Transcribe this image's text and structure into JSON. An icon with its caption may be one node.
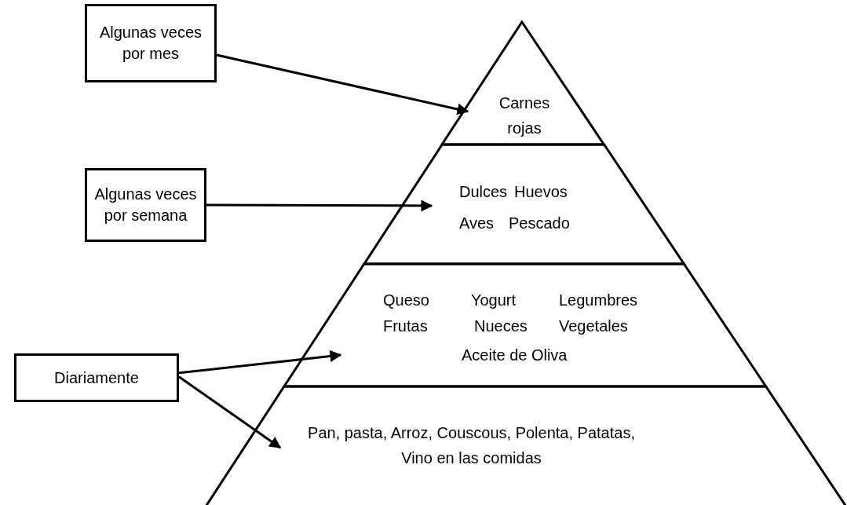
{
  "diagram": {
    "nodes": [
      {
        "text": [
          "Algunas veces por mes"
        ]
      },
      {
        "text": [
          "Algunas veces por semana"
        ]
      },
      {
        "text": [
          "Diariamente"
        ]
      },
      {
        "text": [
          "Carnes rojas"
        ]
      },
      {
        "text": [
          "Dulces",
          "Huevos",
          "Aves",
          "Pescado"
        ]
      },
      {
        "text": [
          "Queso",
          "Yogurt",
          "Legumbres",
          "Frutas",
          "Nueces",
          "Vegetales",
          "Aceite de Oliva"
        ]
      },
      {
        "text": [
          "Pan, pasta, Arroz, Couscous, Polenta, Patatas, Vino en las comidas"
        ]
      }
    ],
    "edges": [
      {
        "from": 0,
        "to": 3,
        "arrow": "to"
      },
      {
        "from": 1,
        "to": 4,
        "arrow": "to"
      },
      {
        "from": 2,
        "to": 5,
        "arrow": "to"
      },
      {
        "from": 2,
        "to": 6,
        "arrow": "to"
      }
    ]
  }
}
